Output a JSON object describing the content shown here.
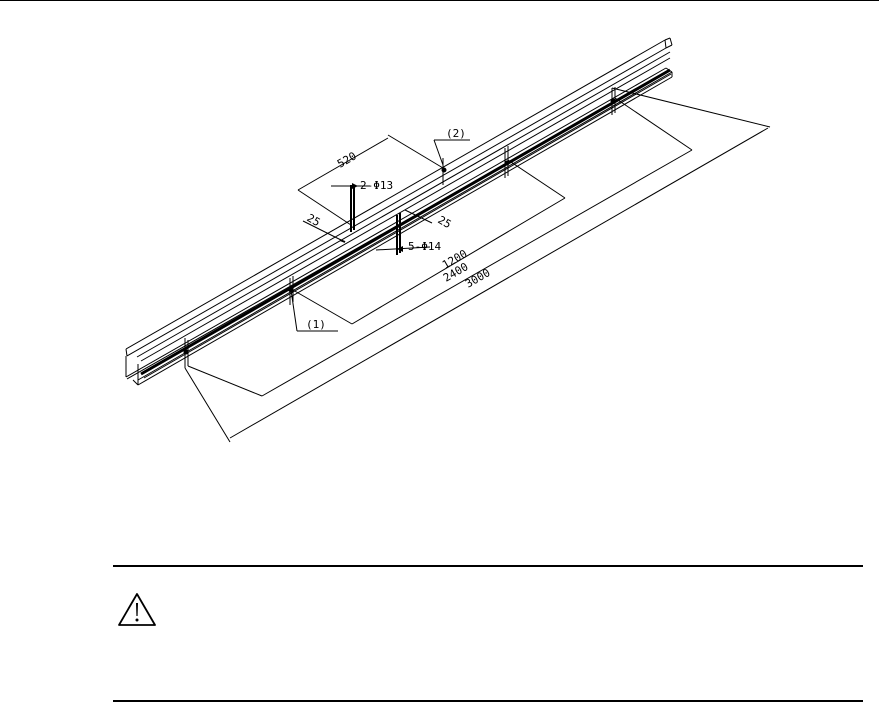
{
  "drawing": {
    "dimensions": {
      "d520": "520",
      "holes_2": "2-Φ13",
      "d25_left": "25",
      "d25_right": "25",
      "holes_5": "5-Φ14",
      "d1200": "1200",
      "d2400": "2400",
      "d3000": "3000"
    },
    "callouts": {
      "c1": "(1)",
      "c2": "(2)"
    }
  },
  "caution": {
    "icon": "warning-triangle-icon"
  }
}
